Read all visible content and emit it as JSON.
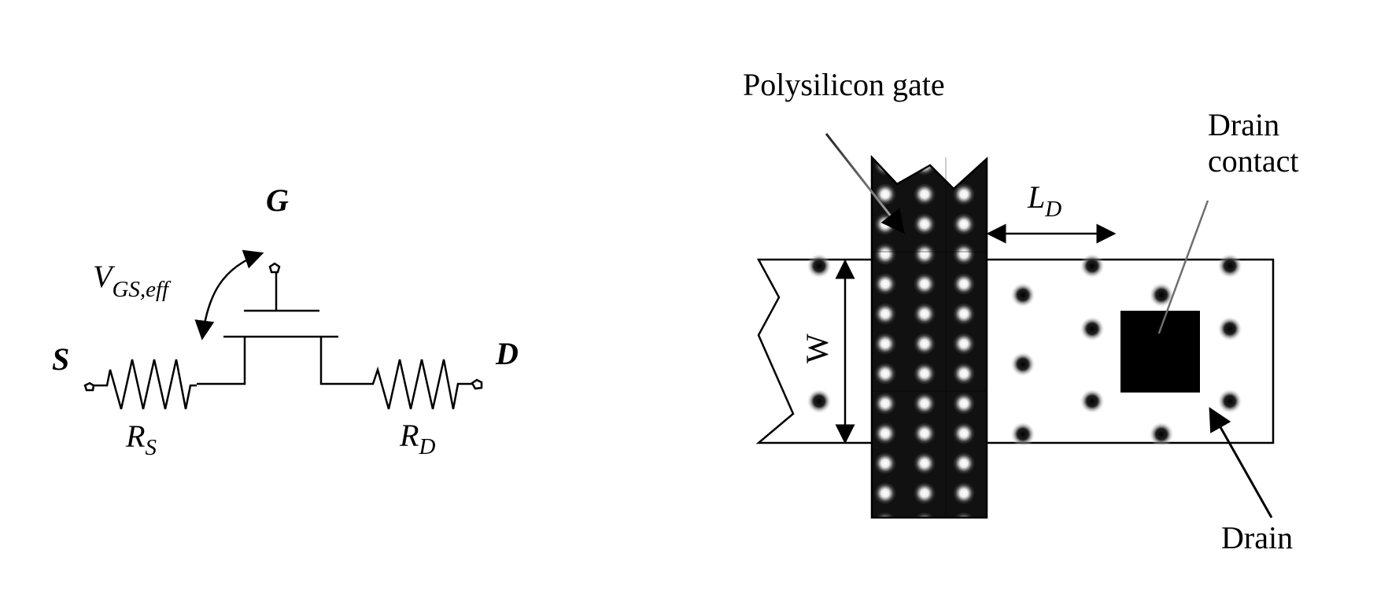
{
  "circuit": {
    "gate_label": "G",
    "source_label": "S",
    "drain_label": "D",
    "vgs_label": "V",
    "vgs_subscript": "GS,eff",
    "rs_label": "R",
    "rs_subscript": "S",
    "rd_label": "R",
    "rd_subscript": "D"
  },
  "layout": {
    "gate_label": "Polysilicon gate",
    "drain_contact_line1": "Drain",
    "drain_contact_line2": "contact",
    "ld_label": "L",
    "ld_subscript": "D",
    "width_label": "W",
    "drain_label": "Drain"
  },
  "colors": {
    "ink": "#000000",
    "paper": "#ffffff",
    "poly_fill": "#111111",
    "poly_highlight": "#ffffff"
  }
}
